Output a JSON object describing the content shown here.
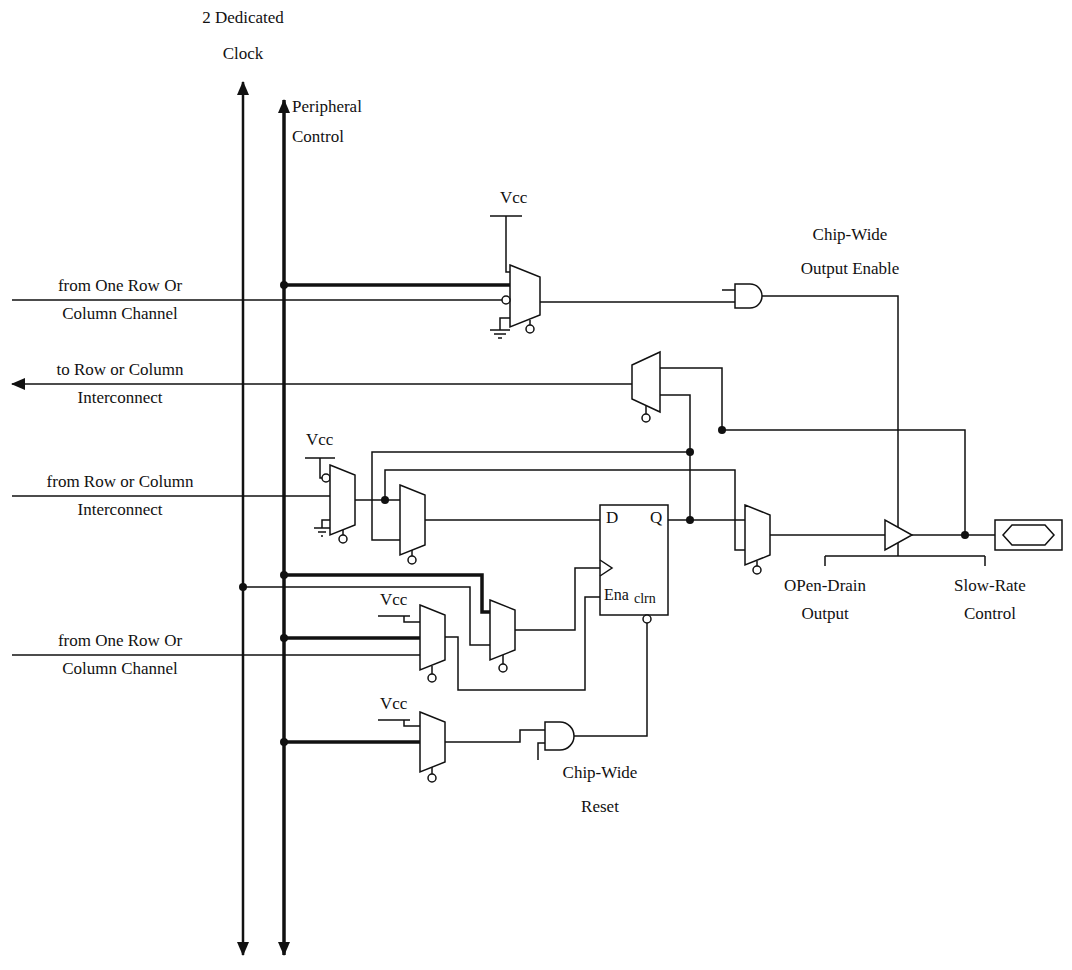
{
  "diagram": {
    "labels": [
      "2 Dedicated Clock",
      "Peripheral Control",
      "Vcc",
      "Chip-Wide Output Enable",
      "from One Row Or Column Channel",
      "to Row or Column Interconnect",
      "Vcc",
      "from Row or Column Interconnect",
      "D",
      "Q",
      "Ena",
      "clrn",
      "Vcc",
      "from One Row Or Column Channel",
      "Vcc",
      "OPen-Drain Output",
      "Slow-Rate Control",
      "Chip-Wide Reset"
    ]
  }
}
